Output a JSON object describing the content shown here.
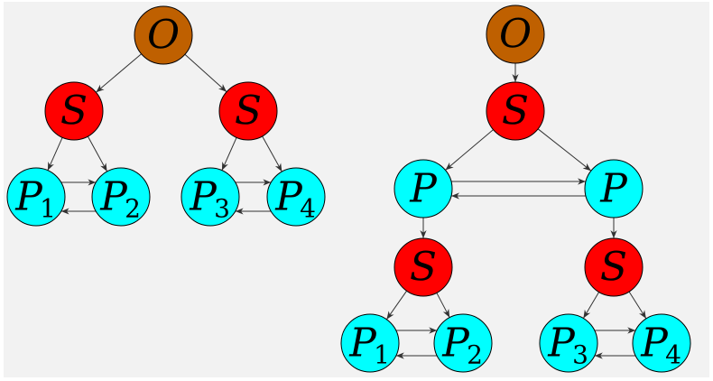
{
  "colors": {
    "background": "#f2f2f2",
    "outline": "#000000",
    "edge": "#333333",
    "origin": "#bf6000",
    "switch": "#ff0000",
    "processor": "#00ffff"
  },
  "left_tree": {
    "origin": {
      "label": "O"
    },
    "switches": [
      {
        "label": "S"
      },
      {
        "label": "S"
      }
    ],
    "processors": [
      {
        "label": "P",
        "sub": "1"
      },
      {
        "label": "P",
        "sub": "2"
      },
      {
        "label": "P",
        "sub": "3"
      },
      {
        "label": "P",
        "sub": "4"
      }
    ]
  },
  "right_tree": {
    "origin": {
      "label": "O"
    },
    "root_switch": {
      "label": "S"
    },
    "mid_processors": [
      {
        "label": "P"
      },
      {
        "label": "P"
      }
    ],
    "switches": [
      {
        "label": "S"
      },
      {
        "label": "S"
      }
    ],
    "processors": [
      {
        "label": "P",
        "sub": "1"
      },
      {
        "label": "P",
        "sub": "2"
      },
      {
        "label": "P",
        "sub": "3"
      },
      {
        "label": "P",
        "sub": "4"
      }
    ]
  }
}
